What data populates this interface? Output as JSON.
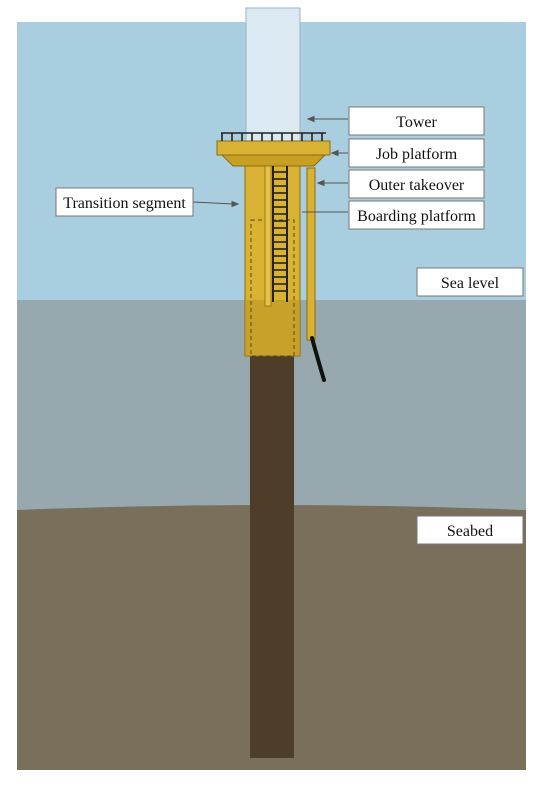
{
  "labels": {
    "tower": "Tower",
    "job_platform": "Job platform",
    "outer_takeover": "Outer takeover",
    "boarding_platform": "Boarding platform",
    "transition_segment": "Transition segment",
    "sea_level": "Sea level",
    "seabed": "Seabed"
  },
  "colors": {
    "sky": "#a9cedf",
    "sea": "#97a9ae",
    "seabed": "#7a6f5a",
    "tower": "#dbe9f3",
    "transition": "#d9b233",
    "transition_dark": "#c79f22",
    "pile": "#4e3d29",
    "cable": "#111111"
  }
}
